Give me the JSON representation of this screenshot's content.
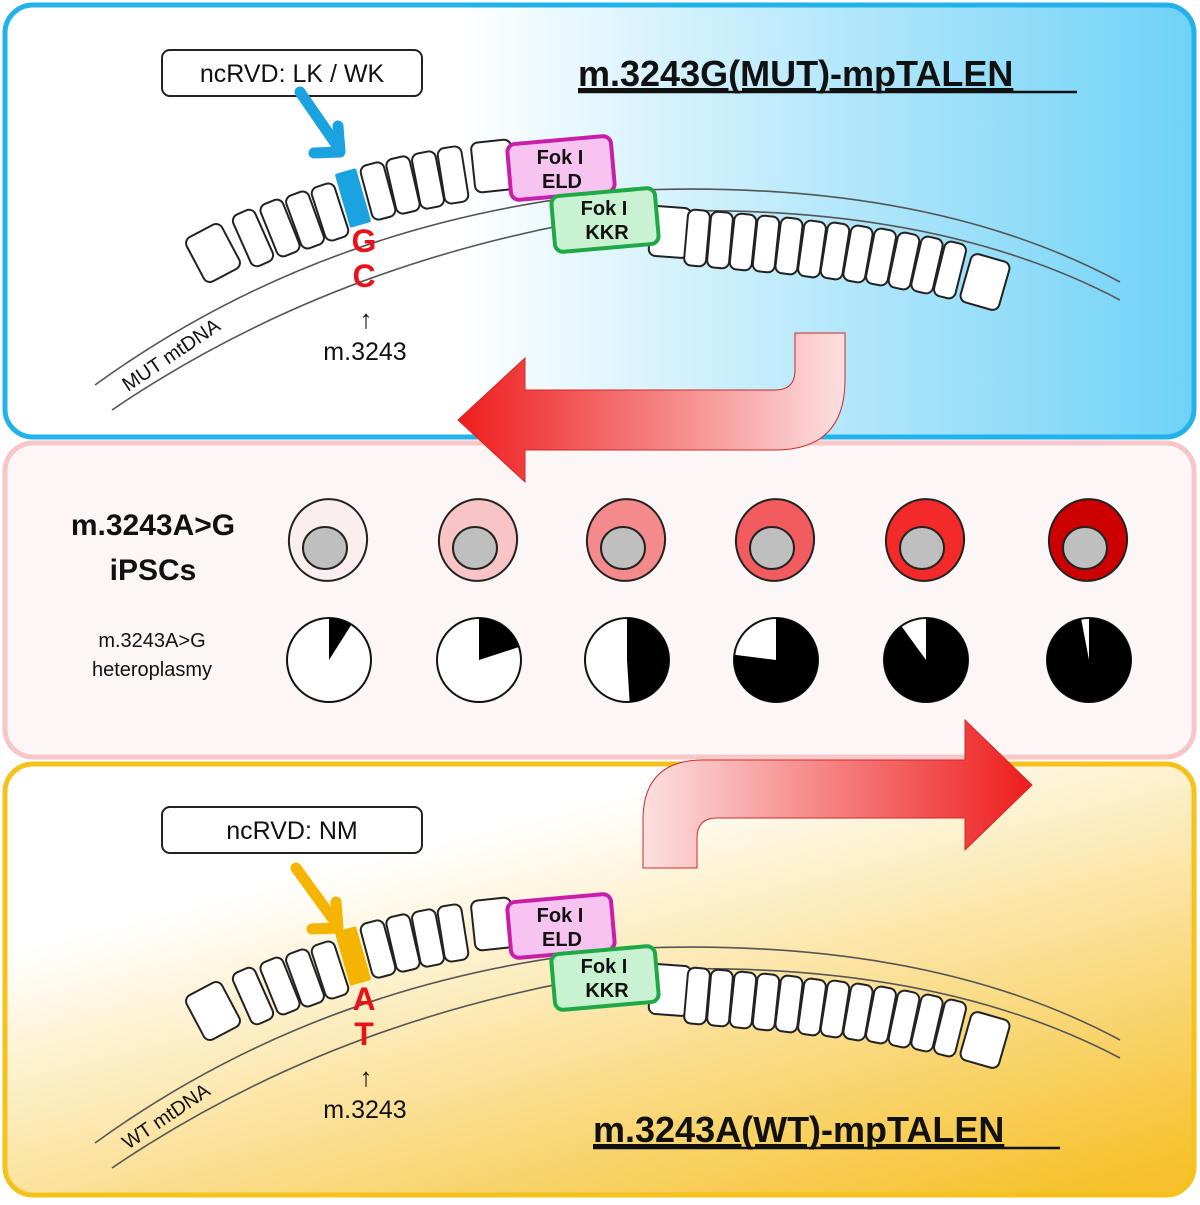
{
  "top_panel": {
    "title": "m.3243G(MUT)-mpTALEN",
    "ncrvd_label": "ncRVD: LK / WK",
    "base_top": "G",
    "base_bottom": "C",
    "position_label": "m.3243",
    "dna_label": "MUT mtDNA",
    "fok_left": [
      "Fok I",
      "ELD"
    ],
    "fok_right": [
      "Fok I",
      "KKR"
    ],
    "highlight_color": "#1aa3e0"
  },
  "middle_panel": {
    "cells_label": [
      "m.3243A>G",
      "iPSCs"
    ],
    "heteroplasmy_label": [
      "m.3243A>G",
      "heteroplasmy"
    ],
    "cell_colors": [
      "#fbeeee",
      "#f9c4c6",
      "#f58a8c",
      "#f35c5e",
      "#f42a2a",
      "#cc0000"
    ],
    "heteroplasmy_fractions": [
      0.09,
      0.2,
      0.49,
      0.77,
      0.9,
      0.97
    ]
  },
  "bottom_panel": {
    "title": "m.3243A(WT)-mpTALEN",
    "ncrvd_label": "ncRVD: NM",
    "base_top": "A",
    "base_bottom": "T",
    "position_label": "m.3243",
    "dna_label": "WT mtDNA",
    "fok_left": [
      "Fok I",
      "ELD"
    ],
    "fok_right": [
      "Fok I",
      "KKR"
    ],
    "highlight_color": "#f5b400"
  }
}
